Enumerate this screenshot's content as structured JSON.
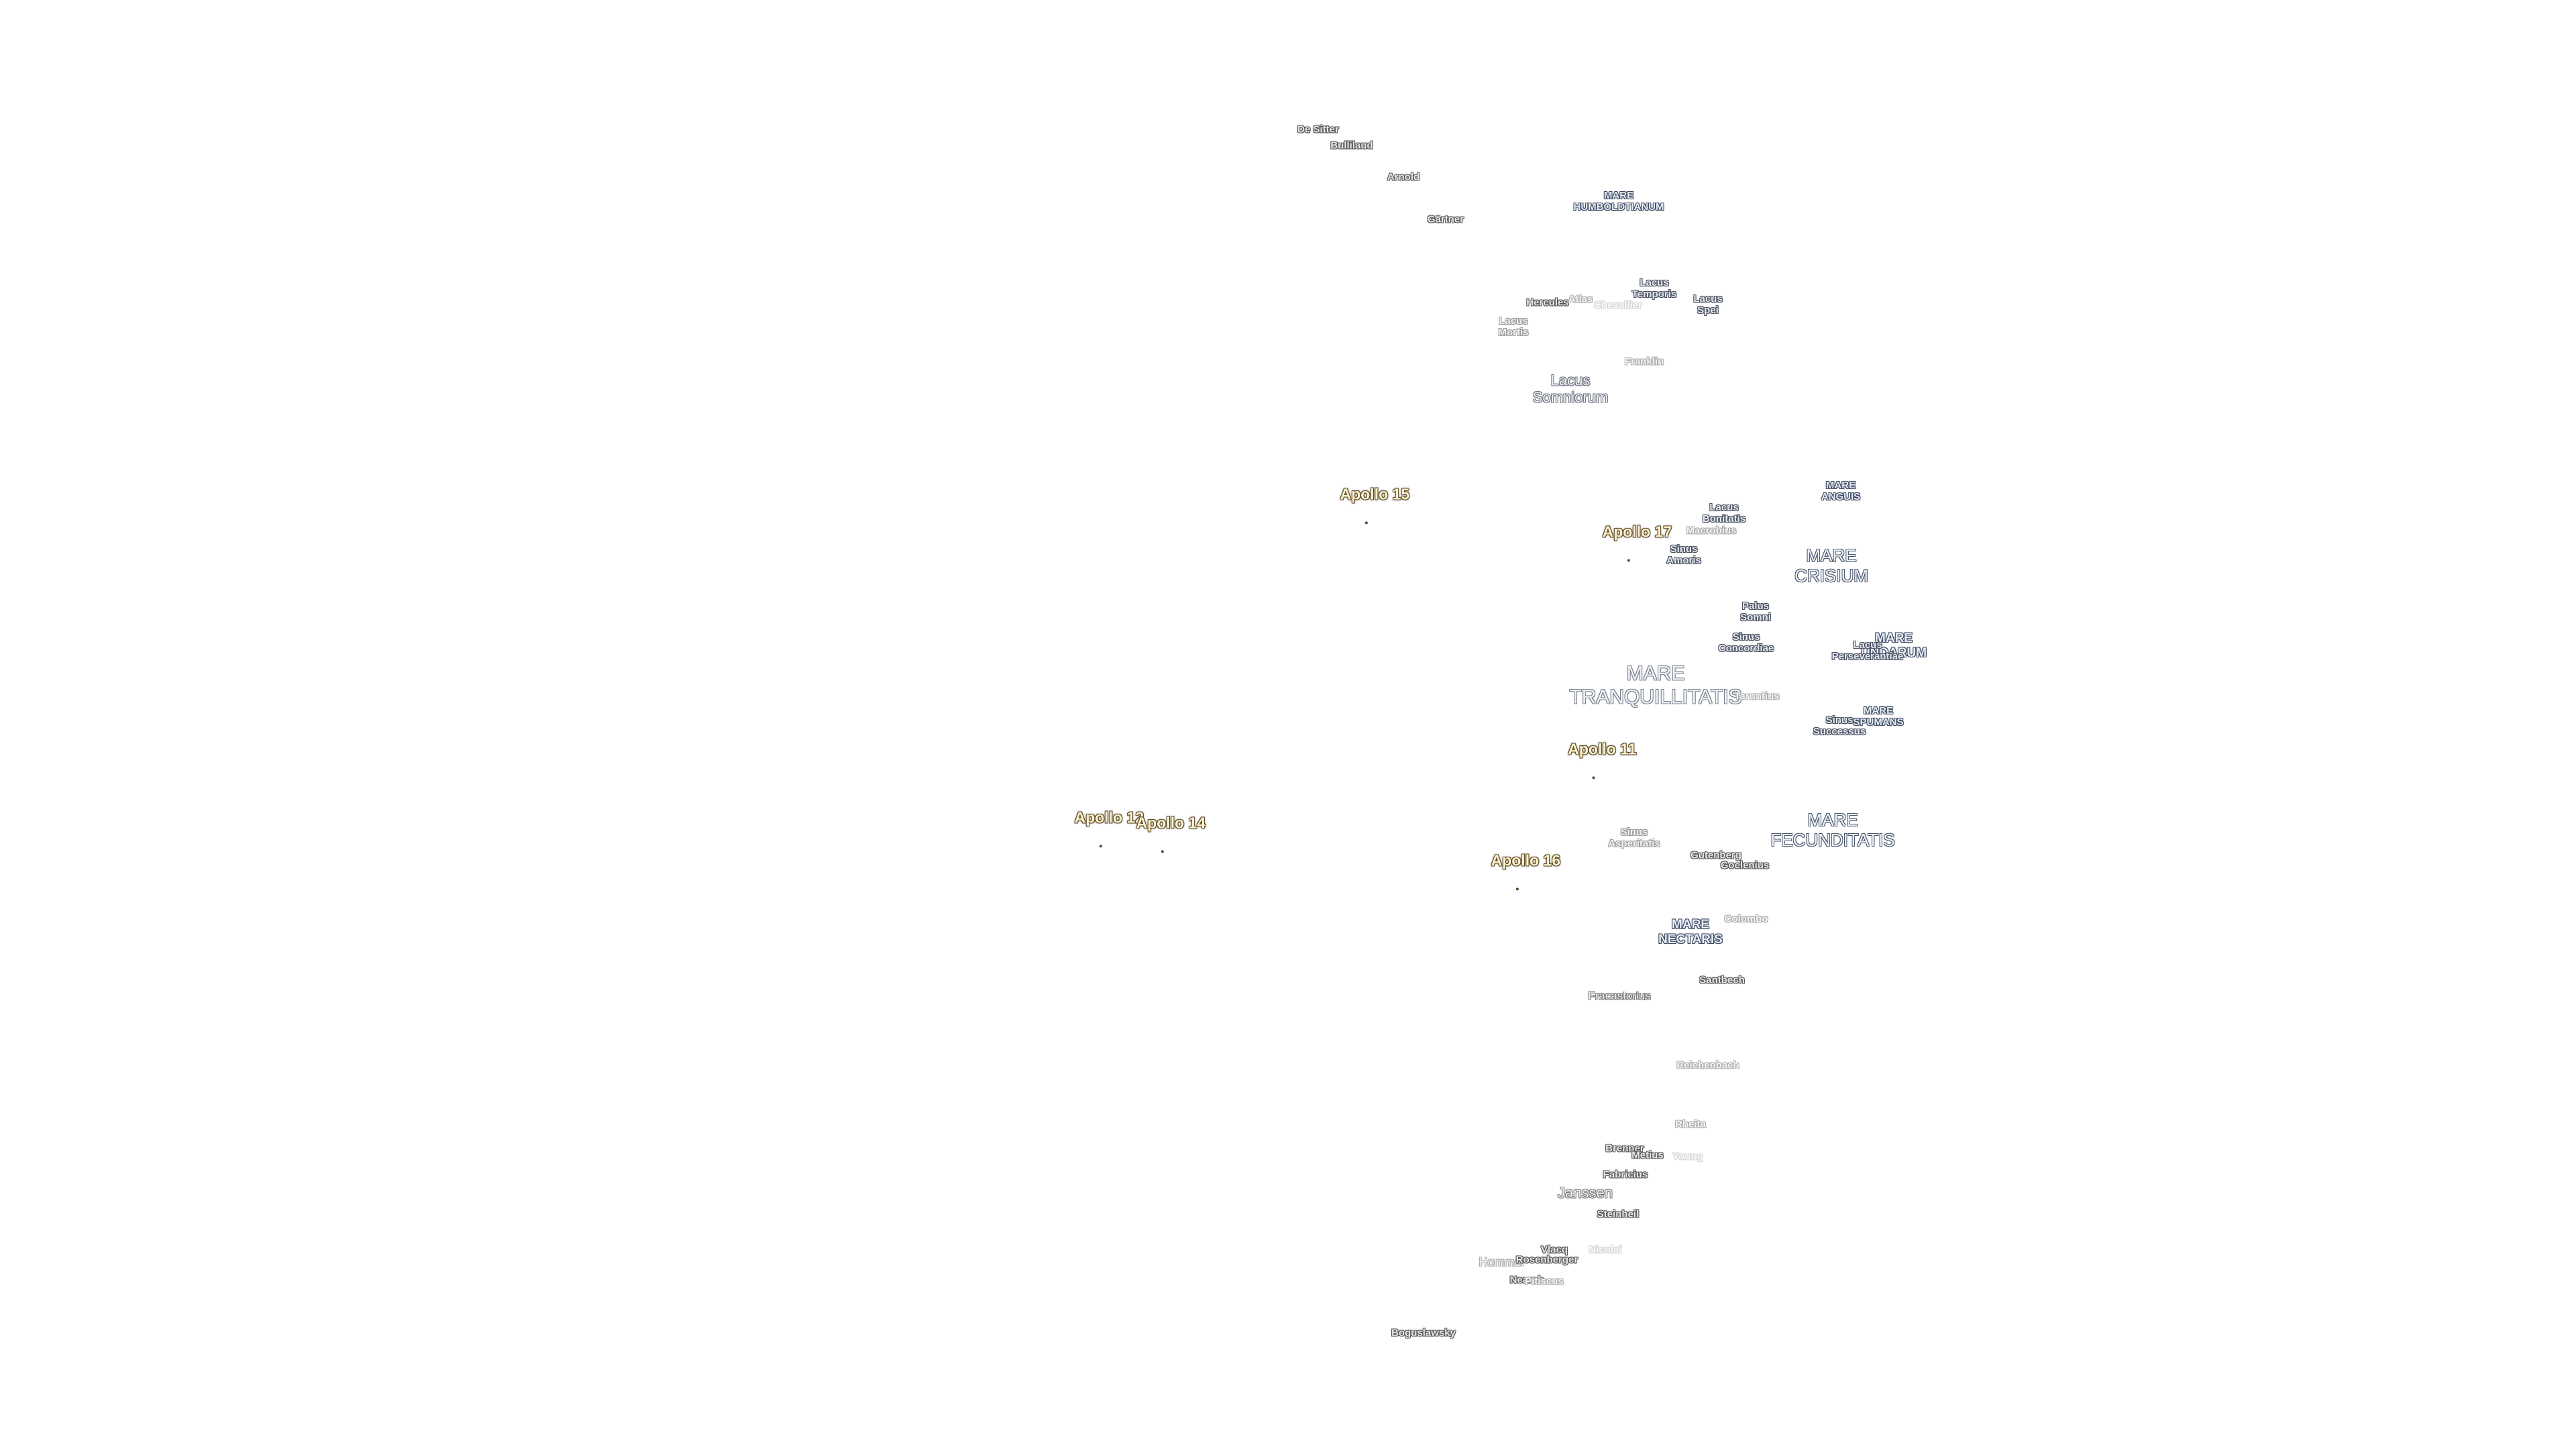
{
  "map": {
    "background_color": "#ffffff",
    "mare_color": "#e6ecf8",
    "apollo_color": "#fff1c8",
    "crater_color": "#e8e8e8"
  },
  "labels": {
    "de_sitter": "De Sitter",
    "bullialdus": "Bullilaud",
    "arnold": "Arnold",
    "gartner": "Gärtner",
    "mare_humboldtianum": "MARE\nHUMBOLDTIANUM",
    "lacus_temporis": "Lacus\nTemporis",
    "lacus_spei": "Lacus\nSpei",
    "hercules": "Hercules",
    "atlas": "Atlas",
    "atlas_ghost": "Chevallier",
    "lacus_mortis": "Lacus\nMortis",
    "franklin": "Franklin",
    "lacus_somniorum": "Lacus\nSomniorum",
    "mare_anguis": "MARE\nANGUIS",
    "lacus_bonitatis": "Lacus\nBonitatis",
    "macrobius": "Macrobius",
    "sinus_amoris": "Sinus\nAmoris",
    "mare_crisium": "MARE\nCRISIUM",
    "palus_somni": "Palus\nSomni",
    "sinus_concordiae": "Sinus\nConcordiae",
    "mare_undarum": "MARE\nUNDARUM",
    "lacus_perseverantiae": "Lacus\nPerseverantiae",
    "mare_tranquillitatis": "MARE\nTRANQUILLITATIS",
    "taruntius": "Taruntius",
    "mare_spumans": "MARE\nSPUMANS",
    "sinus_successus": "Sinus\nSuccessus",
    "sinus_asperitatis": "Sinus\nAsperitatis",
    "gutenberg": "Gutenberg",
    "goclenius": "Goclenius",
    "mare_fecunditatis": "MARE\nFECUNDITATIS",
    "mare_nectaris": "MARE\nNECTARIS",
    "colombo": "Colombo",
    "santbech": "Santbech",
    "fracastorius": "Fracastorius",
    "reichenbach": "Reichenbach",
    "rheita": "Rheita",
    "brenner": "Brenner",
    "metius": "Metius",
    "young": "Young",
    "fabricius": "Fabricius",
    "janssen": "Janssen",
    "steinheil": "Steinheil",
    "vlacq": "Vlacq",
    "hommel": "Hommel",
    "rosenberger": "Rosenberger",
    "nearch": "Nearch",
    "nicolai": "Nicolai",
    "pitiscus": "Pitiscus",
    "boguslawsky": "Boguslawsky",
    "apollo_15": "Apollo 15",
    "apollo_17": "Apollo 17",
    "apollo_11": "Apollo 11",
    "apollo_12": "Apollo 12",
    "apollo_14": "Apollo 14",
    "apollo_16": "Apollo 16"
  }
}
